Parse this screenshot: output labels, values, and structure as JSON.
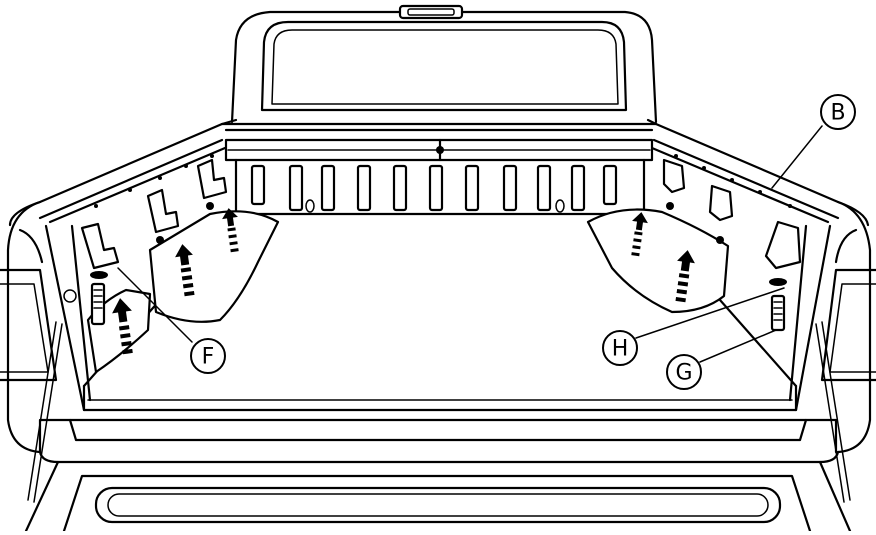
{
  "callouts": {
    "b": "B",
    "f": "F",
    "g": "G",
    "h": "H"
  },
  "icons": [
    "truck-bed-illustration",
    "arrow-marking"
  ]
}
